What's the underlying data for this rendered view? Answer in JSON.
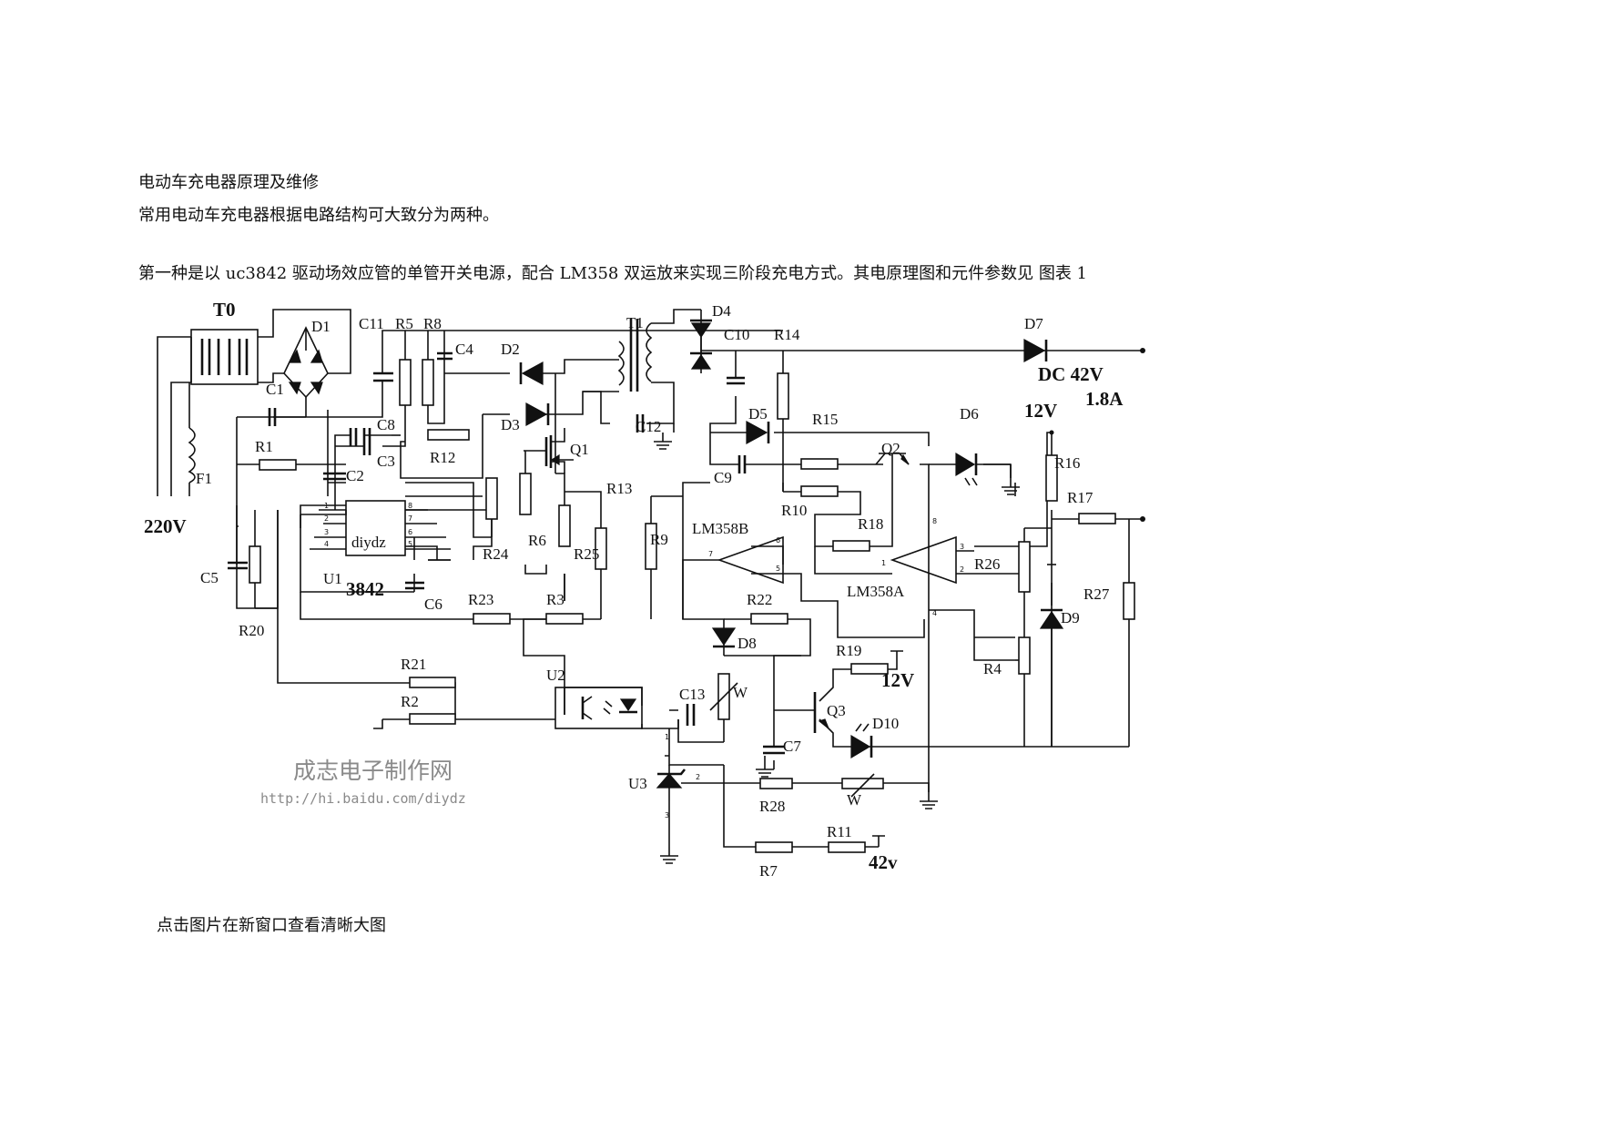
{
  "document": {
    "title": "电动车充电器原理及维修",
    "intro": "常用电动车充电器根据电路结构可大致分为两种。",
    "paragraph1": "第一种是以 uc3842 驱动场效应管的单管开关电源，配合 LM358 双运放来实现三阶段充电方式。其电原理图和元件参数见 图表 1",
    "caption": "点击图片在新窗口查看清晰大图"
  },
  "schematic": {
    "labels": {
      "T0": "T0",
      "D1": "D1",
      "C11": "C11",
      "R5": "R5",
      "R8": "R8",
      "C4": "C4",
      "D2": "D2",
      "T1": "T1",
      "D4": "D4",
      "C10": "C10",
      "R14": "R14",
      "D7": "D7",
      "DC42V": "DC 42V",
      "A18": "1.8A",
      "V12a": "12V",
      "C1": "C1",
      "C8": "C8",
      "C2": "C2",
      "C3": "C3",
      "R1": "R1",
      "F1": "F1",
      "R12": "R12",
      "D3": "D3",
      "Q1": "Q1",
      "C12": "C12",
      "D5": "D5",
      "R15": "R15",
      "D6": "D6",
      "C9": "C9",
      "Q2": "Q2",
      "R16": "R16",
      "V220": "220V",
      "R13": "R13",
      "R10": "R10",
      "R17": "R17",
      "R18": "R18",
      "LM358B": "LM358B",
      "R9": "R9",
      "R24": "R24",
      "R6": "R6",
      "R25": "R25",
      "LM358A": "LM358A",
      "R26": "R26",
      "R27": "R27",
      "C5": "C5",
      "U1": "U1",
      "IC": "3842",
      "IC_mark": "diydz",
      "C6": "C6",
      "R23": "R23",
      "R3": "R3",
      "R22": "R22",
      "D8": "D8",
      "D9": "D9",
      "R20": "R20",
      "R4": "R4",
      "R19": "R19",
      "V12b": "12V",
      "R21": "R21",
      "U2": "U2",
      "R2": "R2",
      "C13": "C13",
      "W1": "W",
      "Q3": "Q3",
      "D10": "D10",
      "C7": "C7",
      "U3": "U3",
      "R28": "R28",
      "W2": "W",
      "R11": "R11",
      "R7": "R7",
      "V42": "42v"
    },
    "watermark": {
      "name": "成志电子制作网",
      "url": "http://hi.baidu.com/diydz"
    },
    "pin_numbers": {
      "ic_left": [
        "1",
        "2",
        "3",
        "4"
      ],
      "ic_right": [
        "8",
        "7",
        "6",
        "5"
      ],
      "opB": [
        "7",
        "6",
        "5"
      ],
      "opA": [
        "1",
        "3",
        "2",
        "8",
        "4"
      ],
      "U3": [
        "1",
        "2",
        "3"
      ]
    }
  }
}
